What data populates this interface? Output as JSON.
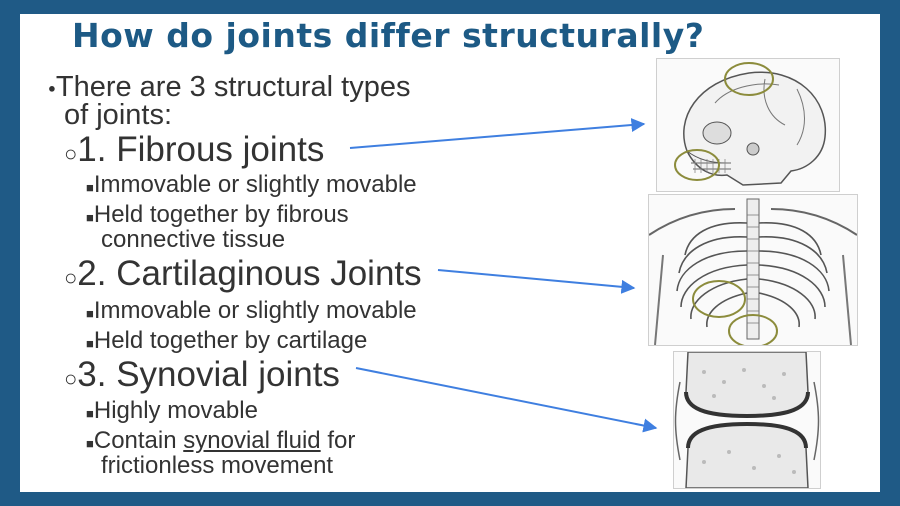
{
  "slide": {
    "title": "How do joints differ structurally?",
    "bullets": {
      "b1_l1": "There are 3 structural types",
      "b1_l2": "of joints:",
      "fibrous": {
        "heading": "1. Fibrous joints",
        "p1": "Immovable or slightly movable",
        "p2_l1": "Held together by fibrous",
        "p2_l2": "connective tissue"
      },
      "cartilaginous": {
        "heading": "2. Cartilaginous Joints",
        "p1": "Immovable or slightly movable",
        "p2": "Held together by cartilage"
      },
      "synovial": {
        "heading": "3. Synovial joints",
        "p1": "Highly movable",
        "p2_pre": "Contain ",
        "p2_link": "synovial fluid",
        "p2_post": " for",
        "p2_l2": "frictionless movement"
      }
    },
    "markers": {
      "level1": "●",
      "level2": "○",
      "level3": "■"
    },
    "colors": {
      "background": "#1f5a86",
      "title": "#1d5a85",
      "text": "#333333",
      "arrow": "#3f7fe0",
      "highlight": "#8c8c3c"
    },
    "images": {
      "skull": "skull-illustration",
      "ribcage": "ribcage-illustration",
      "synovial": "synovial-joint-illustration"
    }
  }
}
